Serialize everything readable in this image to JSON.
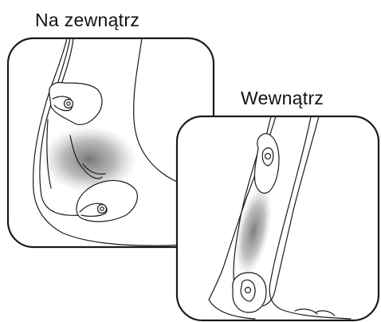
{
  "labels": {
    "outside": "Na zewnątrz",
    "inside": "Wewnątrz"
  },
  "colors": {
    "stroke": "#1a1a1a",
    "background": "#ffffff",
    "shade": "#7a7a7a"
  },
  "icons": {
    "outside_panel": "ankle-outer-side-electrode-placement",
    "inside_panel": "ankle-inner-side-electrode-placement"
  }
}
